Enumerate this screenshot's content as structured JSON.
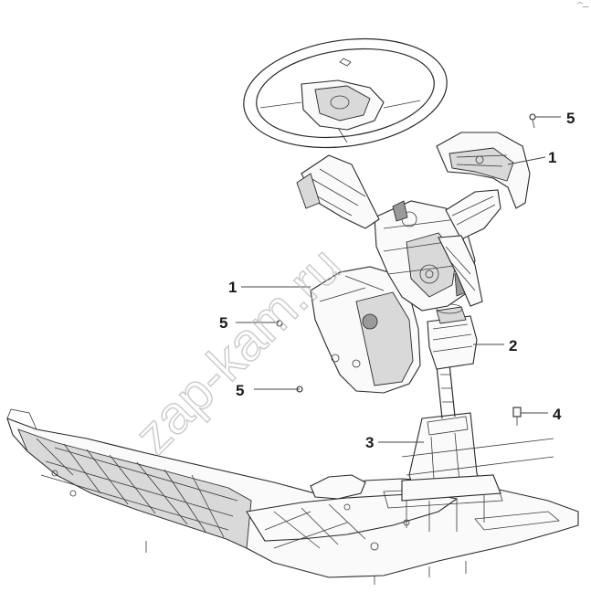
{
  "corner_mark": "⁀—",
  "watermark": "zap-kam.ru",
  "callouts": [
    {
      "id": "c1-top",
      "label": "1"
    },
    {
      "id": "c1-left",
      "label": "1"
    },
    {
      "id": "c2",
      "label": "2"
    },
    {
      "id": "c3",
      "label": "3"
    },
    {
      "id": "c4",
      "label": "4"
    },
    {
      "id": "c5-top",
      "label": "5"
    },
    {
      "id": "c5-mid",
      "label": "5"
    },
    {
      "id": "c5-low",
      "label": "5"
    }
  ]
}
